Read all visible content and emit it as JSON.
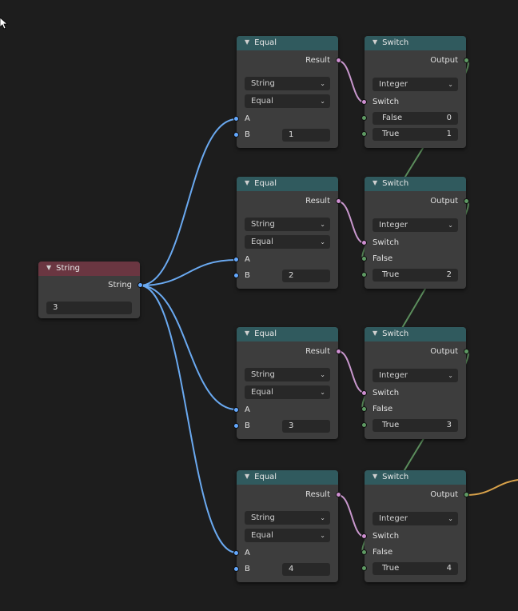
{
  "string_node": {
    "title": "String",
    "output_label": "String",
    "value": "3"
  },
  "equal_nodes": [
    {
      "title": "Equal",
      "result_label": "Result",
      "type": "String",
      "mode": "Equal",
      "a_label": "A",
      "b_label": "B",
      "b_value": "1"
    },
    {
      "title": "Equal",
      "result_label": "Result",
      "type": "String",
      "mode": "Equal",
      "a_label": "A",
      "b_label": "B",
      "b_value": "2"
    },
    {
      "title": "Equal",
      "result_label": "Result",
      "type": "String",
      "mode": "Equal",
      "a_label": "A",
      "b_label": "B",
      "b_value": "3"
    },
    {
      "title": "Equal",
      "result_label": "Result",
      "type": "String",
      "mode": "Equal",
      "a_label": "A",
      "b_label": "B",
      "b_value": "4"
    }
  ],
  "switch_nodes": [
    {
      "title": "Switch",
      "output_label": "Output",
      "type": "Integer",
      "switch_label": "Switch",
      "false_label": "False",
      "false_value": "0",
      "true_label": "True",
      "true_value": "1"
    },
    {
      "title": "Switch",
      "output_label": "Output",
      "type": "Integer",
      "switch_label": "Switch",
      "false_label": "False",
      "true_label": "True",
      "true_value": "2"
    },
    {
      "title": "Switch",
      "output_label": "Output",
      "type": "Integer",
      "switch_label": "Switch",
      "false_label": "False",
      "true_label": "True",
      "true_value": "3"
    },
    {
      "title": "Switch",
      "output_label": "Output",
      "type": "Integer",
      "switch_label": "Switch",
      "false_label": "False",
      "true_label": "True",
      "true_value": "4"
    }
  ],
  "colors": {
    "background": "#1d1d1d",
    "node_body": "#3d3d3d",
    "header_teal": "#305a5e",
    "header_maroon": "#6a3641",
    "socket_string": "#63a8ff",
    "socket_boolean": "#ce8fd1",
    "socket_integer": "#5e9a63",
    "wire_active": "#d9a24a"
  },
  "icons": {
    "collapse": "chevron-down-icon",
    "dropdown": "chevron-down-icon",
    "cursor": "mouse-cursor-icon"
  }
}
